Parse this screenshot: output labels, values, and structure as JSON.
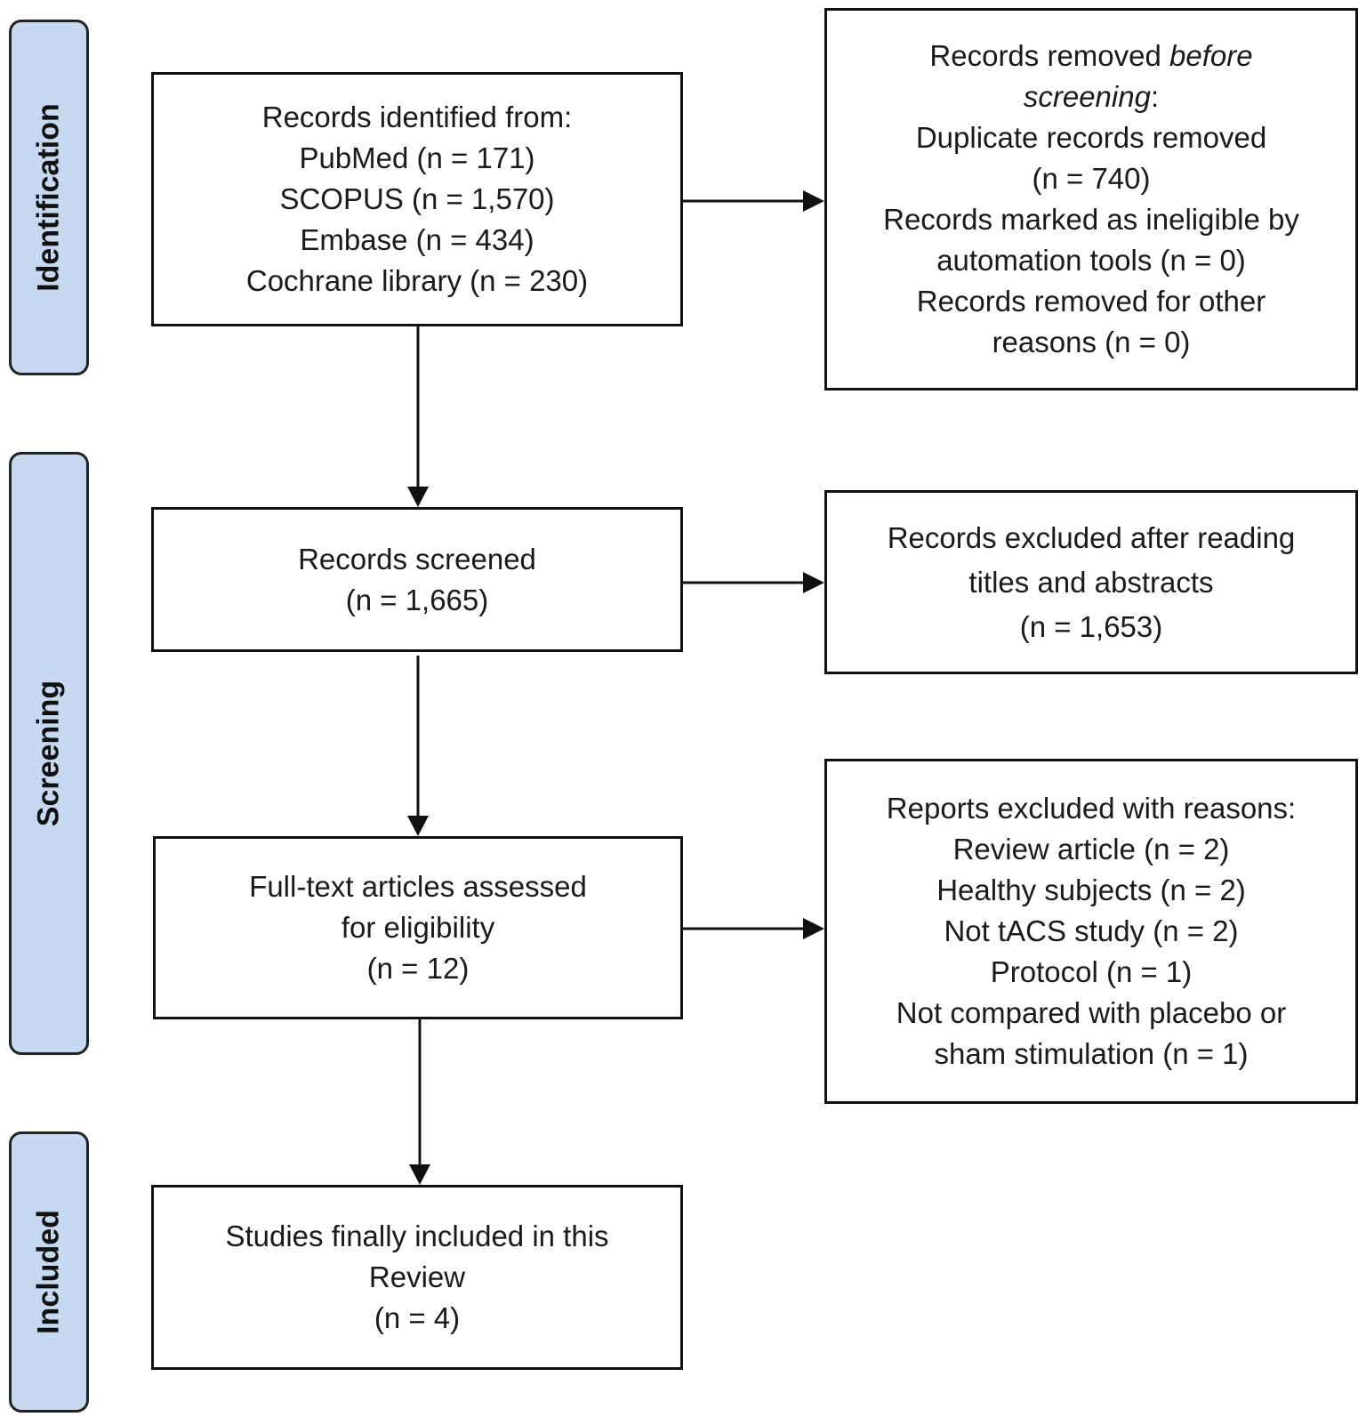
{
  "stages": {
    "identification": "Identification",
    "screening": "Screening",
    "included": "Included"
  },
  "boxes": {
    "identified": {
      "lines": [
        "Records identified from:",
        "PubMed (n = 171)",
        "SCOPUS (n = 1,570)",
        "Embase (n = 434)",
        "Cochrane library (n = 230)"
      ]
    },
    "removed_before_screening": {
      "heading_prefix": "Records removed ",
      "heading_emph_1": "before",
      "heading_emph_2": "screening",
      "heading_suffix": ":",
      "lines": [
        "Duplicate records removed",
        "(n = 740)",
        "Records marked as ineligible by",
        "automation tools (n = 0)",
        "Records removed for other",
        "reasons (n = 0)"
      ]
    },
    "screened": {
      "lines": [
        "Records screened",
        "(n = 1,665)"
      ]
    },
    "excluded_titles": {
      "lines": [
        "Records excluded after reading",
        "titles and abstracts",
        "(n = 1,653)"
      ]
    },
    "fulltext": {
      "lines": [
        "Full-text articles assessed",
        "for eligibility",
        "(n = 12)"
      ]
    },
    "reports_excluded": {
      "lines": [
        "Reports excluded with reasons:",
        "Review article (n = 2)",
        "Healthy subjects (n = 2)",
        "Not tACS study (n = 2)",
        "Protocol (n = 1)",
        "Not compared with placebo or",
        "sham stimulation (n = 1)"
      ]
    },
    "included": {
      "lines": [
        "Studies finally included in this",
        "Review",
        "(n = 4)"
      ]
    }
  }
}
